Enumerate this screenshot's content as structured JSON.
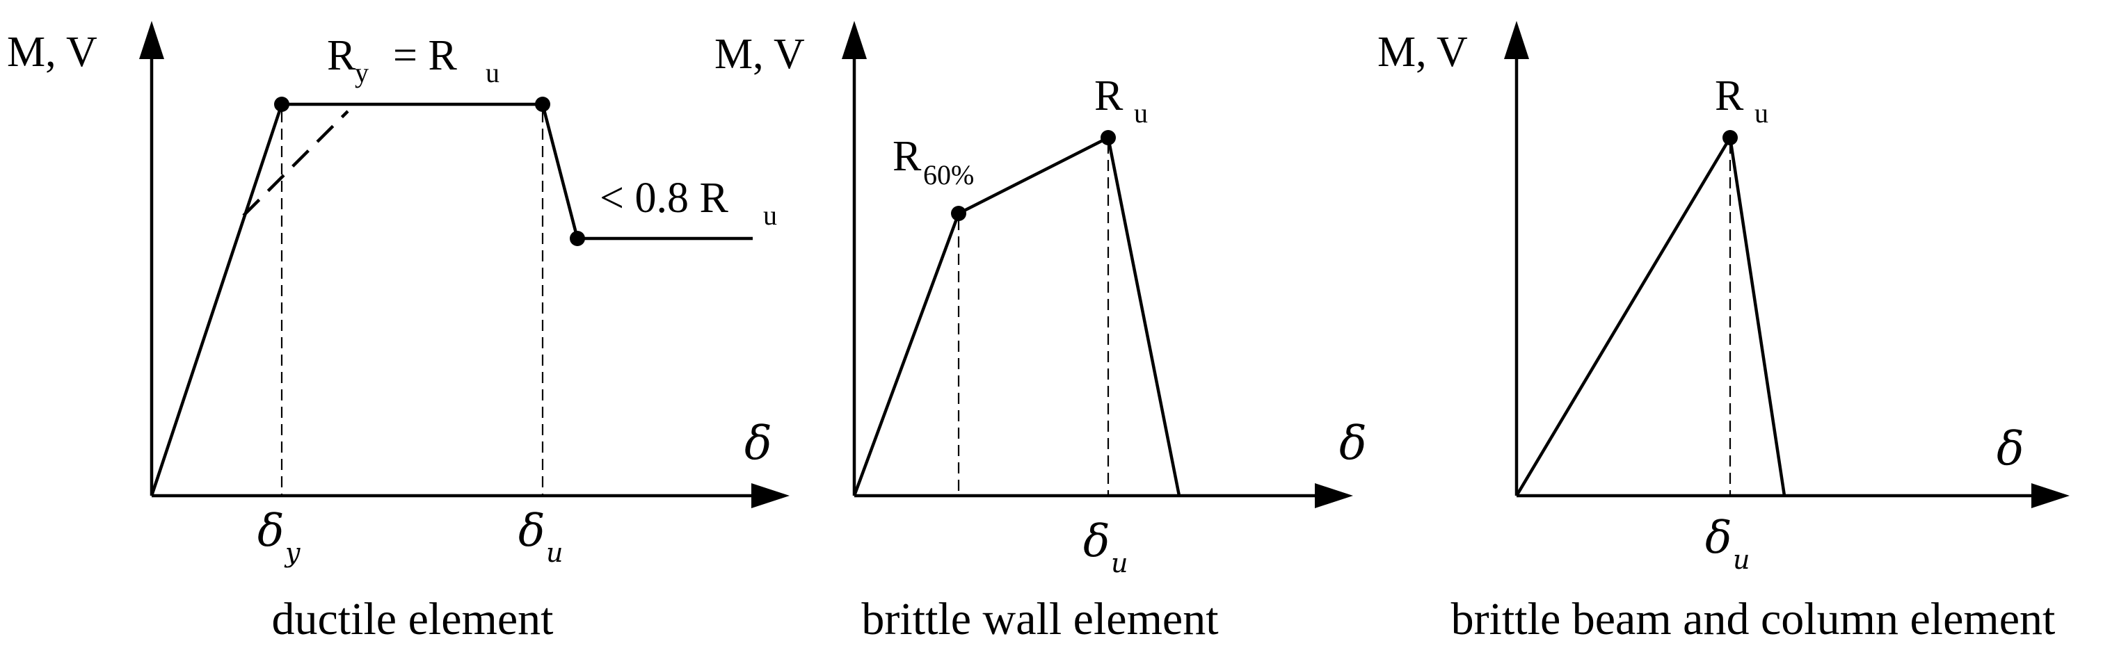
{
  "panels": [
    {
      "id": "ductile",
      "y_axis_label": "M, V",
      "x_axis_label": "δ",
      "peak_label_main": "R",
      "peak_label_sub": "y",
      "peak_label_eq": "= R",
      "peak_label_eq_sub": "u",
      "residual_label_main": "< 0.8 R",
      "residual_label_sub": "u",
      "x_tick_1_main": "δ",
      "x_tick_1_sub": "y",
      "x_tick_2_main": "δ",
      "x_tick_2_sub": "u",
      "caption": "ductile element"
    },
    {
      "id": "brittle-wall",
      "y_axis_label": "M, V",
      "x_axis_label": "δ",
      "point1_main": "R",
      "point1_sub": "60%",
      "point2_main": "R",
      "point2_sub": "u",
      "x_tick_main": "δ",
      "x_tick_sub": "u",
      "caption": "brittle wall element"
    },
    {
      "id": "brittle-beam-column",
      "y_axis_label": "M, V",
      "x_axis_label": "δ",
      "peak_main": "R",
      "peak_sub": "u",
      "x_tick_main": "δ",
      "x_tick_sub": "u",
      "caption": "brittle beam and column element"
    }
  ]
}
